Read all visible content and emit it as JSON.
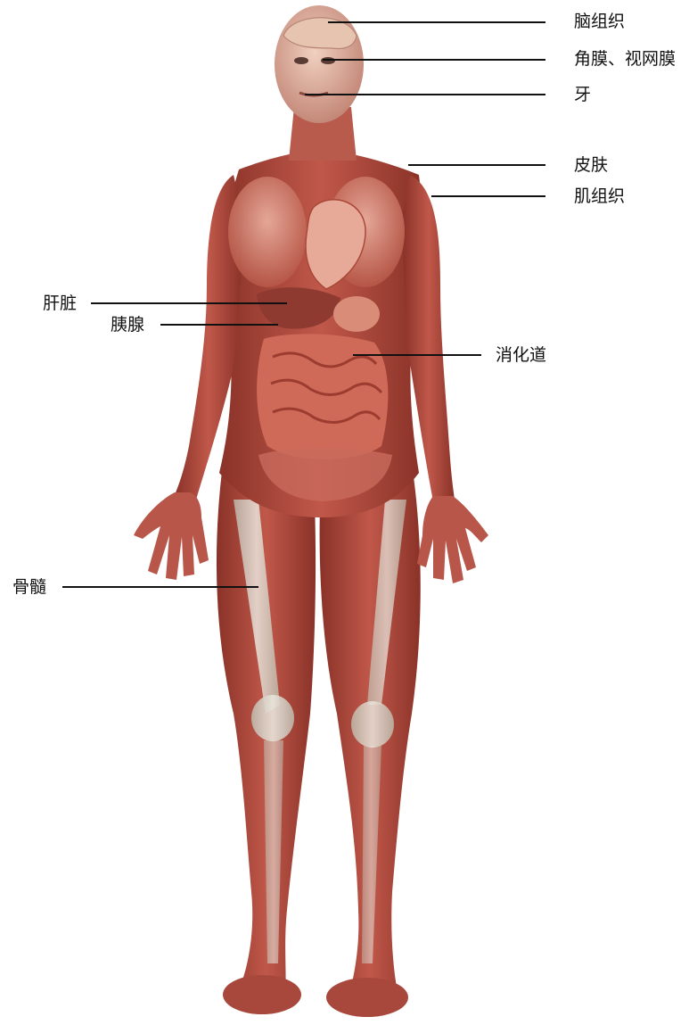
{
  "labels": {
    "brain_tissue": "脑组织",
    "cornea_retina": "角膜、视网膜",
    "teeth": "牙",
    "skin": "皮肤",
    "muscle_tissue": "肌组织",
    "liver": "肝脏",
    "pancreas": "胰腺",
    "digestive_tract": "消化道",
    "bone_marrow": "骨髓"
  },
  "colors": {
    "background": "#ffffff",
    "leader_line": "#111111",
    "label_text": "#111111",
    "muscle": "#b04a3c",
    "muscle_dark": "#7a2a22",
    "skin_tone": "#d9a08a",
    "bone": "#d8d2c6",
    "organ": "#c85e4e",
    "intestine": "#d0705e"
  }
}
